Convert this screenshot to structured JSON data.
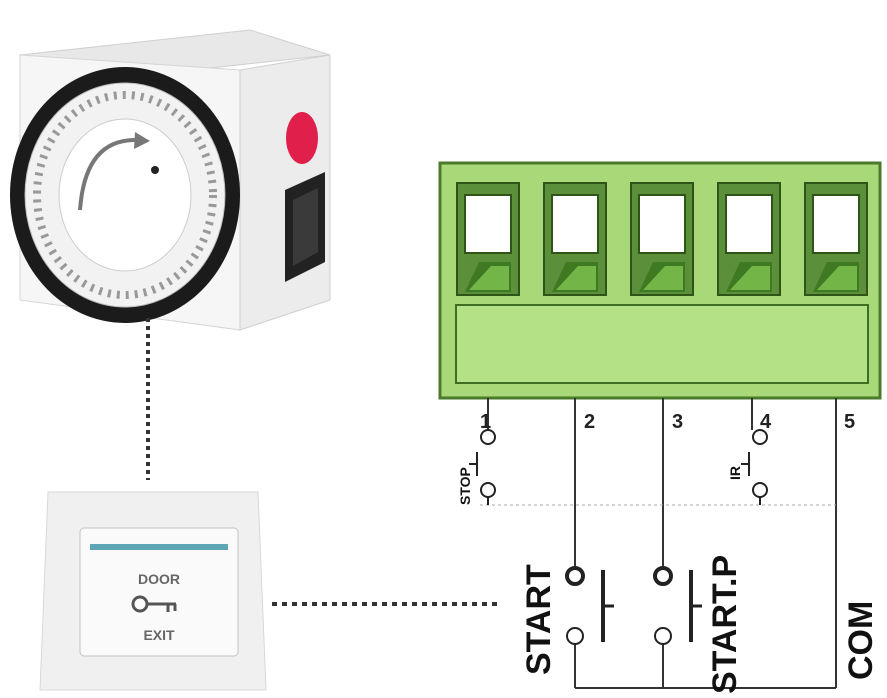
{
  "terminal_block": {
    "terminals": [
      "1",
      "2",
      "3",
      "4",
      "5"
    ]
  },
  "contacts": {
    "stop": "STOP",
    "ir": "IR",
    "start": "START",
    "start_p": "START.P",
    "com": "COM"
  },
  "exit_button": {
    "line1": "DOOR",
    "line2": "EXIT",
    "key_icon": "key-icon"
  },
  "colors": {
    "terminal_green": "#a8d878",
    "terminal_edge": "#4a7a2a",
    "wire": "#333333",
    "timer_body": "#f5f5f5",
    "timer_button": "#e0204a"
  }
}
